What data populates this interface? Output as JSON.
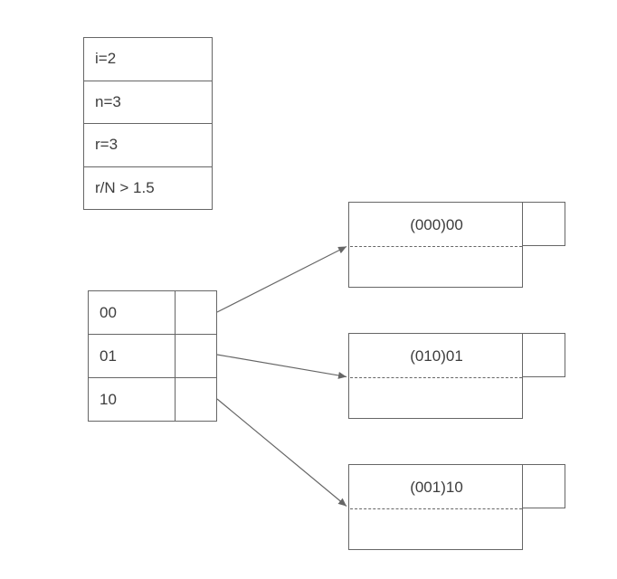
{
  "colors": {
    "background": "#ffffff",
    "stroke": "#666666",
    "text": "#3d3d3d"
  },
  "info_table": {
    "rows": [
      {
        "label": "i=2"
      },
      {
        "label": "n=3"
      },
      {
        "label": "r=3"
      },
      {
        "label": "r/N > 1.5"
      }
    ]
  },
  "directory": {
    "rows": [
      {
        "label": "00"
      },
      {
        "label": "01"
      },
      {
        "label": "10"
      }
    ]
  },
  "buckets": [
    {
      "label": "(000)00"
    },
    {
      "label": "(010)01"
    },
    {
      "label": "(001)10"
    }
  ],
  "connections": [
    {
      "from": "00",
      "to": "(000)00"
    },
    {
      "from": "01",
      "to": "(010)01"
    },
    {
      "from": "10",
      "to": "(001)10"
    }
  ]
}
